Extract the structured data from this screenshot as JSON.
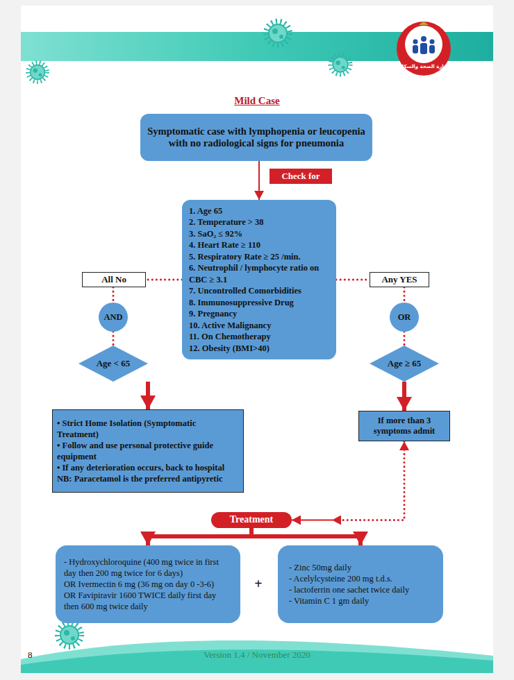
{
  "diagram": {
    "title": "Mild Case",
    "nodes": [
      {
        "text": [
          "Symptomatic case with lymphopenia or leucopenia with no radiological signs for pneumonia"
        ]
      },
      {
        "text": [
          "Check for"
        ]
      },
      {
        "text": [
          "1. Age 65",
          "2. Temperature > 38",
          "3. SaO₂ ≤ 92%",
          "4. Heart Rate ≥ 110",
          "5. Respiratory Rate ≥ 25 /min.",
          "6. Neutrophil / lymphocyte ratio on CBC ≥ 3.1",
          "7. Uncontrolled Comorbidities",
          "8. Immunosuppressive Drug",
          "9. Pregnancy",
          "10. Active Malignancy",
          "11. On Chemotherapy",
          "12. Obesity (BMI>40)"
        ]
      },
      {
        "text": [
          "All No"
        ]
      },
      {
        "text": [
          "Any YES"
        ]
      },
      {
        "text": [
          "AND"
        ]
      },
      {
        "text": [
          "OR"
        ]
      },
      {
        "text": [
          "Age < 65"
        ]
      },
      {
        "text": [
          "Age ≥ 65"
        ]
      },
      {
        "text": [
          "• Strict Home Isolation (Symptomatic Treatment)",
          "• Follow and use personal protective guide equipment",
          "• If any deterioration occurs, back to hospital",
          "NB: Paracetamol is the preferred antipyretic"
        ]
      },
      {
        "text": [
          "If more than 3 symptoms admit"
        ]
      },
      {
        "text": [
          "Treatment"
        ]
      },
      {
        "text": [
          "- Hydroxychloroquine (400 mg twice in first day then 200 mg twice for 6 days)",
          "OR Ivermectin 6 mg (36 mg on day 0 -3-6)",
          "OR Favipiravir 1600 TWICE daily first day then 600 mg twice daily"
        ]
      },
      {
        "text": [
          "- Zinc 50mg daily",
          "- Acelylcysteine 200 mg t.d.s.",
          "- lactoferrin one sachet twice daily",
          "- Vitamin C 1 gm daily"
        ]
      }
    ],
    "edges": [
      {
        "from": 0,
        "to": 2,
        "arrow": "to"
      },
      {
        "from": 2,
        "to": 3,
        "arrow": "none"
      },
      {
        "from": 2,
        "to": 4,
        "arrow": "none"
      },
      {
        "from": 3,
        "to": 5,
        "arrow": "none"
      },
      {
        "from": 4,
        "to": 6,
        "arrow": "none"
      },
      {
        "from": 5,
        "to": 7,
        "arrow": "none"
      },
      {
        "from": 6,
        "to": 8,
        "arrow": "none"
      },
      {
        "from": 7,
        "to": 9,
        "arrow": "to"
      },
      {
        "from": 8,
        "to": 10,
        "arrow": "to"
      },
      {
        "from": 10,
        "to": 11,
        "arrow": "both"
      },
      {
        "from": 11,
        "to": 12,
        "arrow": "to"
      },
      {
        "from": 11,
        "to": 13,
        "arrow": "to"
      }
    ],
    "labels": [
      "+",
      "8",
      "Version 1.4 / November 2020",
      "وزارة الصحة والسكان"
    ]
  }
}
